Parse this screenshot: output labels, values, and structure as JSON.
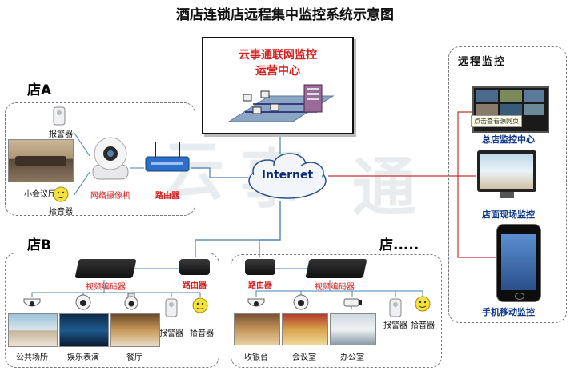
{
  "title": "酒店连锁店远程集中监控系统示意图",
  "center": {
    "line1": "云事通联网监控",
    "line2": "运营中心",
    "internet": "Internet"
  },
  "watermark": [
    "云",
    "事",
    "通"
  ],
  "store_a": {
    "label": "店A",
    "alarm": "报警器",
    "room": "小会议厅",
    "mic": "拾音器",
    "camera": "网络摄像机",
    "router": "路由器"
  },
  "store_b": {
    "label": "店B",
    "encoder": "视频编码器",
    "router": "路由器",
    "alarm": "报警器",
    "mic": "拾音器",
    "places": [
      "公共场所",
      "娱乐表演",
      "餐厅"
    ]
  },
  "store_c": {
    "label": "店.....",
    "router": "路由器",
    "encoder": "视频编码器",
    "alarm": "报警器",
    "mic": "拾音器",
    "places": [
      "收银台",
      "会议室",
      "办公室"
    ]
  },
  "remote": {
    "label": "远程监控",
    "hq": "总店监控中心",
    "popup": "点击查看源网页",
    "site": "店面现场监控",
    "mobile": "手机移动监控"
  },
  "colors": {
    "link_blue": "#4a7fb0",
    "link_red": "#c83232",
    "accent_red": "#d42020",
    "label_blue": "#123a8a"
  }
}
